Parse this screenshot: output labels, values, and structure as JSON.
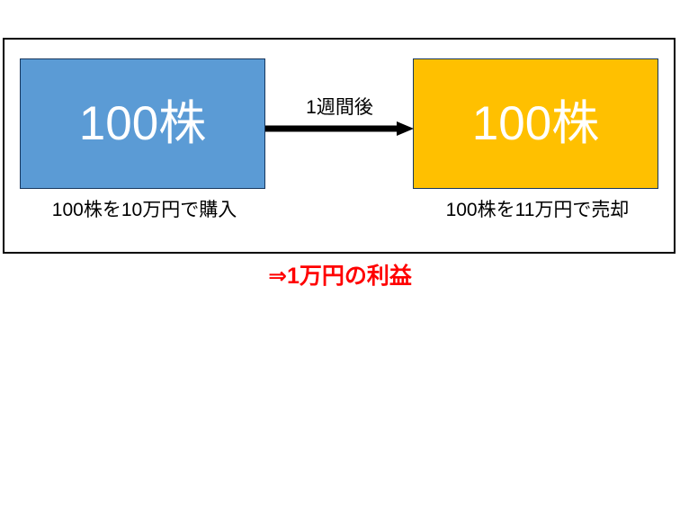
{
  "diagram": {
    "title_text": "",
    "colors": {
      "buy_box_fill": "#5B9BD5",
      "sell_box_fill": "#FFC000",
      "box_border": "#17375E",
      "frame_border": "#000000",
      "arrow": "#000000",
      "profit_text": "#FF0000",
      "box_text": "#FFFFFF",
      "caption_text": "#000000",
      "background": "#FFFFFF"
    },
    "buy_step": {
      "box_label": "100株",
      "caption": "100株を10万円で購入"
    },
    "transition": {
      "label": "1週間後",
      "arrow_icon": "right-arrow-icon"
    },
    "sell_step": {
      "box_label": "100株",
      "caption": "100株を11万円で売却"
    },
    "conclusion": {
      "text": "⇒1万円の利益"
    }
  }
}
